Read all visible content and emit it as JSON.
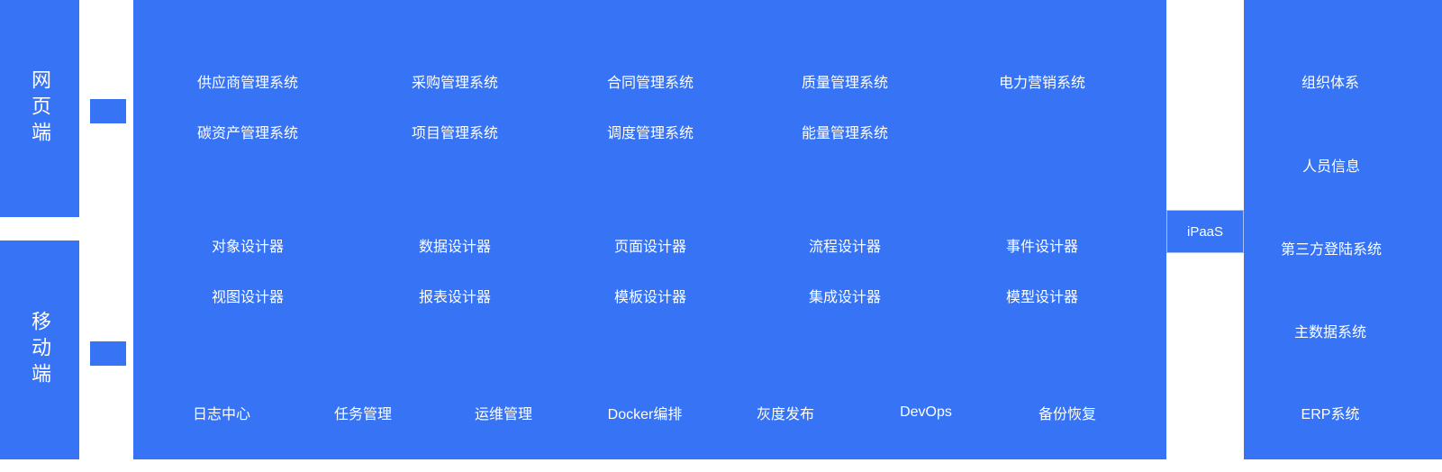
{
  "colors": {
    "primary_blue": "#3673F5",
    "text": "#FFFFFF",
    "background": "#FFFFFF"
  },
  "left_sidebar": {
    "web_label": "网页端",
    "mobile_label": "移动端"
  },
  "ipaas": {
    "label": "iPaaS"
  },
  "main_panel": {
    "business_systems_row1": [
      "供应商管理系统",
      "采购管理系统",
      "合同管理系统",
      "质量管理系统",
      "电力营销系统"
    ],
    "business_systems_row2": [
      "碳资产管理系统",
      "项目管理系统",
      "调度管理系统",
      "能量管理系统"
    ],
    "designers_row1": [
      "对象设计器",
      "数据设计器",
      "页面设计器",
      "流程设计器",
      "事件设计器"
    ],
    "designers_row2": [
      "视图设计器",
      "报表设计器",
      "模板设计器",
      "集成设计器",
      "模型设计器"
    ],
    "ops_row": [
      "日志中心",
      "任务管理",
      "运维管理",
      "Docker编排",
      "灰度发布",
      "DevOps",
      "备份恢复"
    ]
  },
  "right_panel": {
    "items": [
      "组织体系",
      "人员信息",
      "第三方登陆系统",
      "主数据系统",
      "ERP系统"
    ]
  }
}
